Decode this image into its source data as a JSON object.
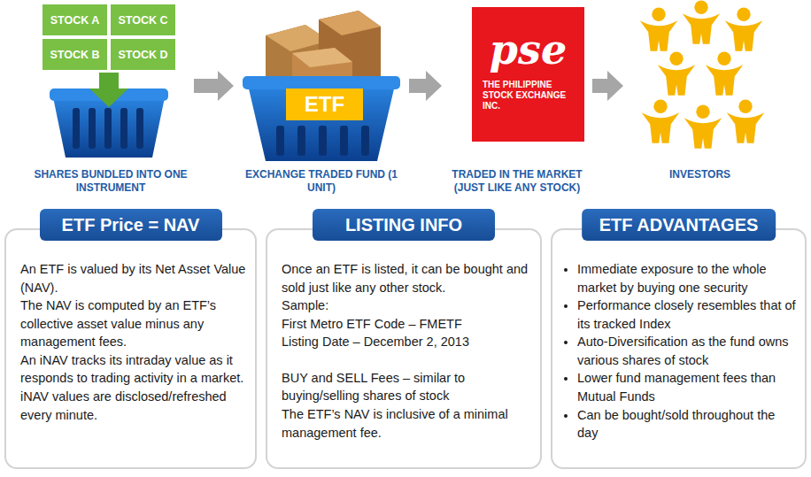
{
  "diagram": {
    "nodes": [
      {
        "text": [
          "SHARES BUNDLED INTO ONE INSTRUMENT"
        ]
      },
      {
        "text": [
          "STOCK A"
        ],
        "in": 0
      },
      {
        "text": [
          "STOCK C"
        ],
        "in": 0
      },
      {
        "text": [
          "STOCK B"
        ],
        "in": 0
      },
      {
        "text": [
          "STOCK D"
        ],
        "in": 0
      },
      {
        "text": [
          "EXCHANGE TRADED FUND (1 UNIT)"
        ]
      },
      {
        "text": [
          "ETF"
        ],
        "in": 5
      },
      {
        "text": [
          "TRADED IN THE MARKET (JUST LIKE ANY STOCK)"
        ]
      },
      {
        "text": [
          "pse",
          "THE PHILIPPINE STOCK EXCHANGE INC."
        ],
        "in": 7
      },
      {
        "text": [
          "INVESTORS"
        ]
      },
      {
        "text": [
          "ETF Price = NAV",
          "An ETF is valued by its Net Asset Value (NAV).",
          "The NAV is computed by an ETF’s collective asset value minus any management fees.",
          "An iNAV tracks its intraday value as it responds to trading activity in a market. iNAV values are disclosed/refreshed every minute."
        ]
      },
      {
        "text": [
          "LISTING INFO",
          "Once an ETF is listed, it can be bought and sold just like any other stock.",
          "Sample:",
          "First Metro ETF Code – FMETF",
          "Listing Date – December 2, 2013",
          "BUY and SELL Fees – similar to buying/selling shares of stock",
          "The ETF’s NAV is inclusive of a minimal management fee."
        ]
      },
      {
        "text": [
          "ETF ADVANTAGES",
          "Immediate exposure to the whole market by buying one security",
          "Performance closely resembles that of its tracked Index",
          "Auto-Diversification as the fund owns various shares of stock",
          "Lower fund management fees than Mutual Funds",
          "Can be bought/sold throughout the day"
        ]
      }
    ],
    "edges": [
      {
        "from": 0,
        "to": 5,
        "arrow": "to"
      },
      {
        "from": 5,
        "to": 7,
        "arrow": "to"
      },
      {
        "from": 7,
        "to": 9,
        "arrow": "to"
      }
    ]
  }
}
